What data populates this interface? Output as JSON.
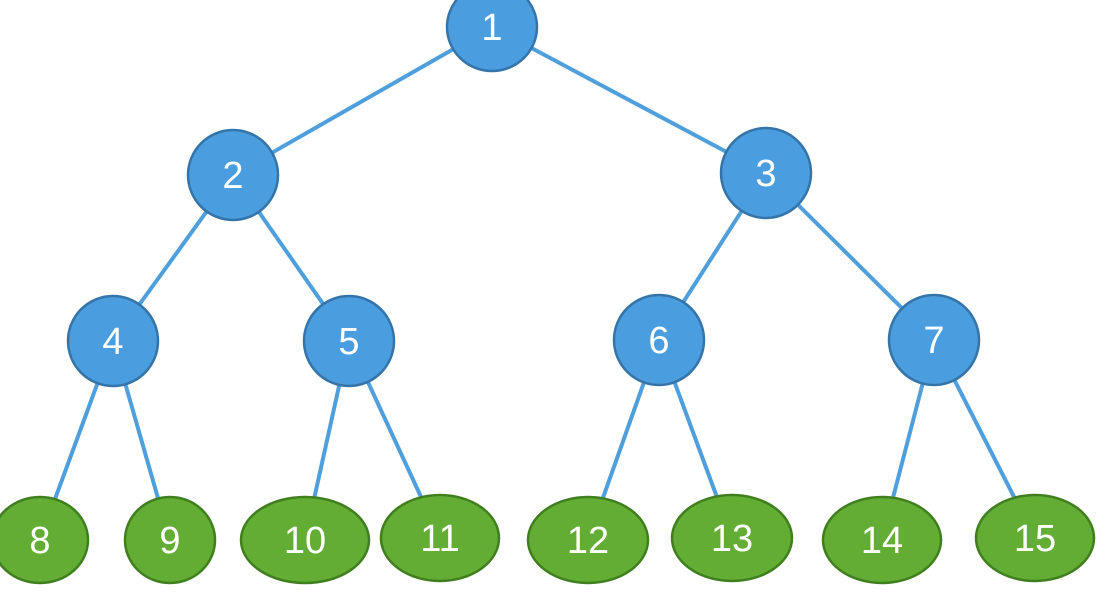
{
  "colors": {
    "internal_fill": "#4a9ddf",
    "internal_stroke": "#3474a8",
    "leaf_fill": "#63ad34",
    "leaf_stroke": "#3f7f1e",
    "edge": "#4f9fdc",
    "label": "#ffffff"
  },
  "nodes": [
    {
      "id": "1",
      "label": "1",
      "kind": "internal"
    },
    {
      "id": "2",
      "label": "2",
      "kind": "internal"
    },
    {
      "id": "3",
      "label": "3",
      "kind": "internal"
    },
    {
      "id": "4",
      "label": "4",
      "kind": "internal"
    },
    {
      "id": "5",
      "label": "5",
      "kind": "internal"
    },
    {
      "id": "6",
      "label": "6",
      "kind": "internal"
    },
    {
      "id": "7",
      "label": "7",
      "kind": "internal"
    },
    {
      "id": "8",
      "label": "8",
      "kind": "leaf"
    },
    {
      "id": "9",
      "label": "9",
      "kind": "leaf"
    },
    {
      "id": "10",
      "label": "10",
      "kind": "leaf"
    },
    {
      "id": "11",
      "label": "11",
      "kind": "leaf"
    },
    {
      "id": "12",
      "label": "12",
      "kind": "leaf"
    },
    {
      "id": "13",
      "label": "13",
      "kind": "leaf"
    },
    {
      "id": "14",
      "label": "14",
      "kind": "leaf"
    },
    {
      "id": "15",
      "label": "15",
      "kind": "leaf"
    }
  ],
  "edges": [
    {
      "from": "1",
      "to": "2"
    },
    {
      "from": "1",
      "to": "3"
    },
    {
      "from": "2",
      "to": "4"
    },
    {
      "from": "2",
      "to": "5"
    },
    {
      "from": "3",
      "to": "6"
    },
    {
      "from": "3",
      "to": "7"
    },
    {
      "from": "4",
      "to": "8"
    },
    {
      "from": "4",
      "to": "9"
    },
    {
      "from": "5",
      "to": "10"
    },
    {
      "from": "5",
      "to": "11"
    },
    {
      "from": "6",
      "to": "12"
    },
    {
      "from": "6",
      "to": "13"
    },
    {
      "from": "7",
      "to": "14"
    },
    {
      "from": "7",
      "to": "15"
    }
  ]
}
